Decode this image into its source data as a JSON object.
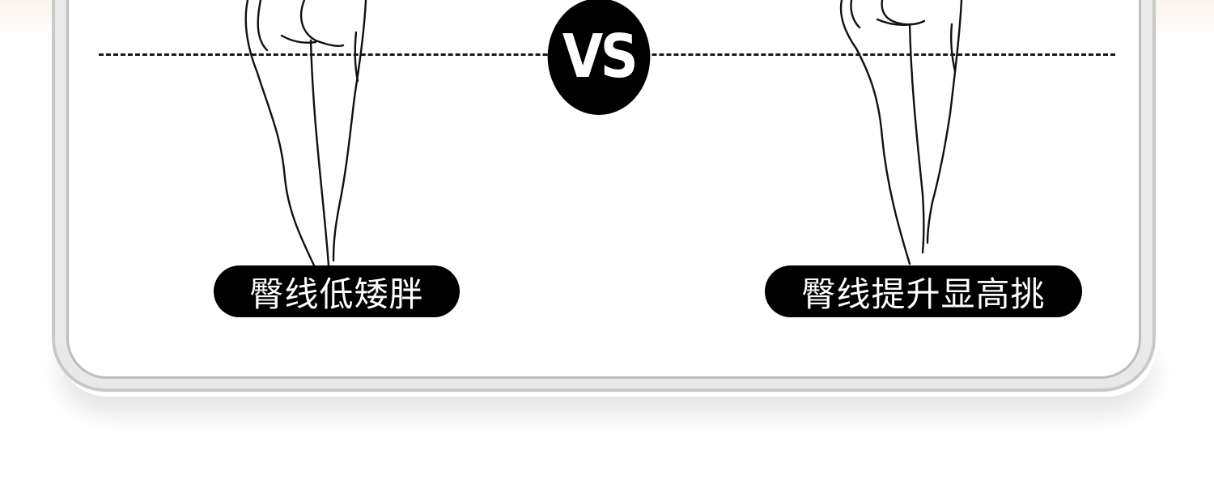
{
  "comparison": {
    "vs_text": "VS",
    "left_label": "臀线低矮胖",
    "right_label": "臀线提升显高挑"
  },
  "colors": {
    "badge_background": "#000000",
    "badge_text": "#ffffff",
    "frame_border": "#c9c9c9",
    "line": "#1a1a1a"
  }
}
